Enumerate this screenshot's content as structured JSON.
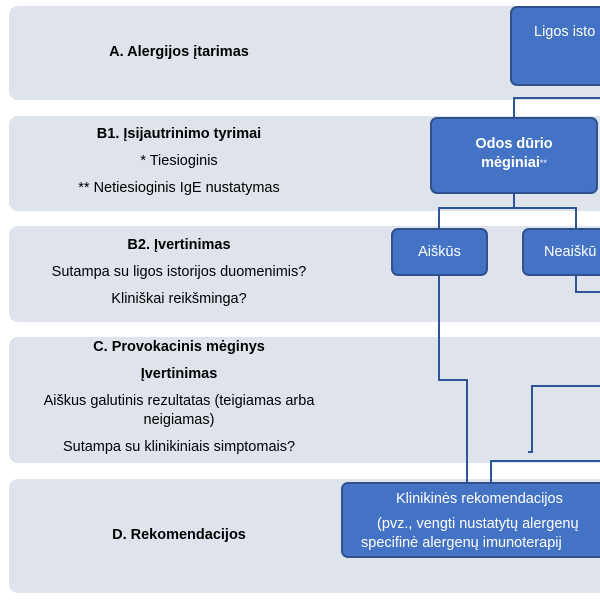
{
  "rows": {
    "a": {
      "title": "A. Alergijos įtarimas"
    },
    "b1": {
      "title": "B1. Įsijautrinimo tyrimai",
      "l1": "* Tiesioginis",
      "l2": "** Netiesioginis IgE nustatymas"
    },
    "b2": {
      "title": "B2. Įvertinimas",
      "l1": "Sutampa su ligos istorijos duomenimis?",
      "l2": "Kliniškai reikšminga?"
    },
    "c": {
      "title": "C. Provokacinis mėginys",
      "sub": "Įvertinimas",
      "l1a": "Aiškus galutinis rezultatas (teigiamas arba",
      "l1b": "neigiamas)",
      "l2": "Sutampa su klinikiniais simptomais?"
    },
    "d": {
      "title": "D. Rekomendacijos"
    }
  },
  "boxes": {
    "history": "Ligos isto",
    "skin_l1": "Odos dūrio",
    "skin_l2": "mėginiai",
    "skin_mark": "**",
    "clear": "Aiškūs",
    "unclear": "Neaiškū",
    "rec_title": "Klinikinės rekomendacijos",
    "rec_l1": "(pvz., vengti nustatytų alergenų",
    "rec_l2": "specifinė alergenų imunoterapij"
  },
  "colors": {
    "row_bg": "#dee3ec",
    "box_fill": "#4472c4",
    "box_border": "#2f528f",
    "connector": "#2e5597"
  }
}
